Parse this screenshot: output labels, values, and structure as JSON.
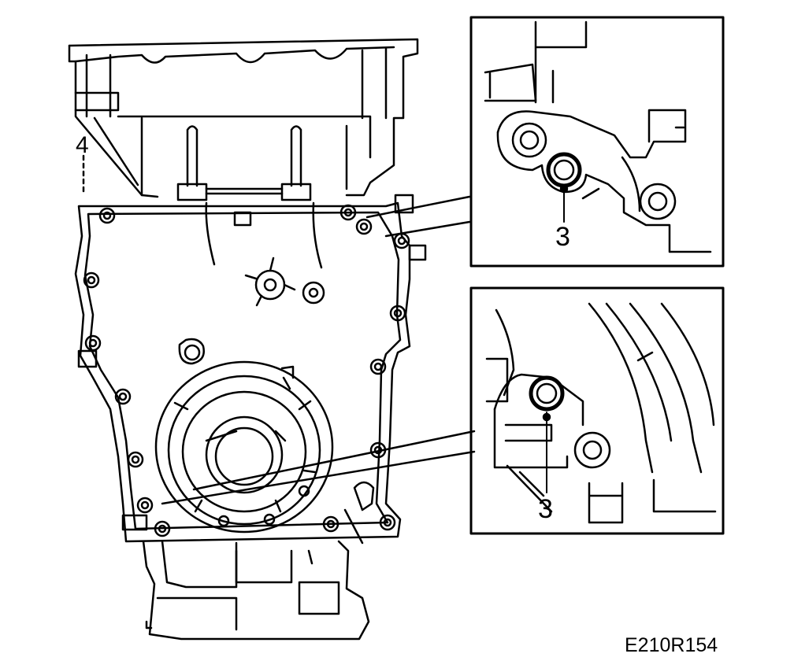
{
  "labels": {
    "callout_4": "4",
    "callout_3_top": "3",
    "callout_3_bottom": "3",
    "figure_code": "E210R154"
  },
  "colors": {
    "line": "#000000",
    "background": "#ffffff"
  }
}
